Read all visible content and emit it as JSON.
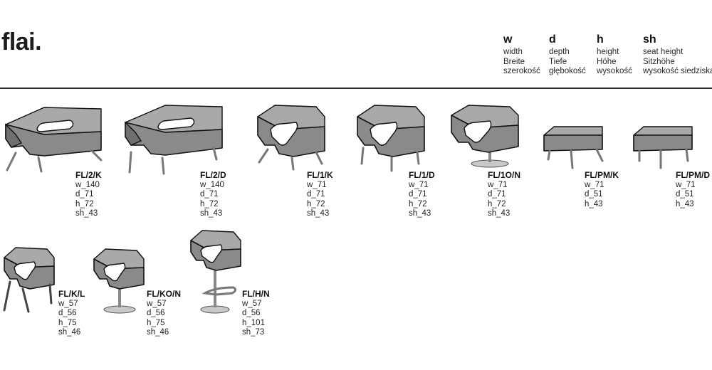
{
  "brand": "flai.",
  "legend": [
    {
      "key": "w",
      "en": "width",
      "de": "Breite",
      "pl": "szerokość"
    },
    {
      "key": "d",
      "en": "depth",
      "de": "Tiefe",
      "pl": "głębokość"
    },
    {
      "key": "h",
      "en": "height",
      "de": "Höhe",
      "pl": "wysokość"
    },
    {
      "key": "sh",
      "en": "seat height",
      "de": "Sitzhöhe",
      "pl": "wysokość siedziska"
    }
  ],
  "products": [
    {
      "code": "FL/2/K",
      "dims": [
        "w_140",
        "d_71",
        "h_72",
        "sh_43"
      ],
      "icon": "two-seat-sofa-legs-icon"
    },
    {
      "code": "FL/2/D",
      "dims": [
        "w_140",
        "d_71",
        "h_72",
        "sh_43"
      ],
      "icon": "two-seat-sofa-wooden-legs-icon"
    },
    {
      "code": "FL/1/K",
      "dims": [
        "w_71",
        "d_71",
        "h_72",
        "sh_43"
      ],
      "icon": "armchair-legs-icon"
    },
    {
      "code": "FL/1/D",
      "dims": [
        "w_71",
        "d_71",
        "h_72",
        "sh_43"
      ],
      "icon": "armchair-wooden-legs-icon"
    },
    {
      "code": "FL/1O/N",
      "dims": [
        "w_71",
        "d_71",
        "h_72",
        "sh_43"
      ],
      "icon": "swivel-armchair-icon"
    },
    {
      "code": "FL/PM/K",
      "dims": [
        "w_71",
        "d_51",
        "h_43"
      ],
      "icon": "pouf-legs-icon"
    },
    {
      "code": "FL/PM/D",
      "dims": [
        "w_71",
        "d_51",
        "h_43"
      ],
      "icon": "pouf-wooden-legs-icon"
    },
    {
      "code": "FL/K/L",
      "dims": [
        "w_57",
        "d_56",
        "h_75",
        "sh_46"
      ],
      "icon": "chair-legs-icon"
    },
    {
      "code": "FL/KO/N",
      "dims": [
        "w_57",
        "d_56",
        "h_75",
        "sh_46"
      ],
      "icon": "swivel-chair-icon"
    },
    {
      "code": "FL/H/N",
      "dims": [
        "w_57",
        "d_56",
        "h_101",
        "sh_73"
      ],
      "icon": "bar-stool-icon"
    }
  ]
}
